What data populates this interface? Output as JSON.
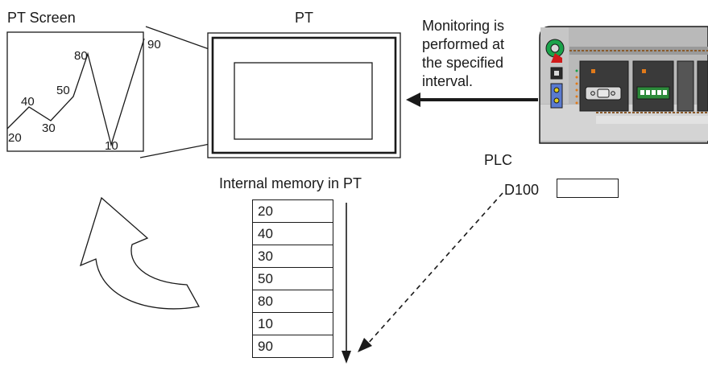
{
  "labels": {
    "pt_screen": "PT Screen",
    "pt": "PT",
    "plc": "PLC",
    "internal_memory": "Internal memory in PT",
    "d100": "D100"
  },
  "monitoring_note": [
    "Monitoring is",
    "performed at",
    "the specified",
    "interval."
  ],
  "graph_points": [
    {
      "label": "20"
    },
    {
      "label": "40"
    },
    {
      "label": "30"
    },
    {
      "label": "50"
    },
    {
      "label": "80"
    },
    {
      "label": "10"
    },
    {
      "label": "90"
    }
  ],
  "memory_values": [
    "20",
    "40",
    "30",
    "50",
    "80",
    "10",
    "90"
  ]
}
